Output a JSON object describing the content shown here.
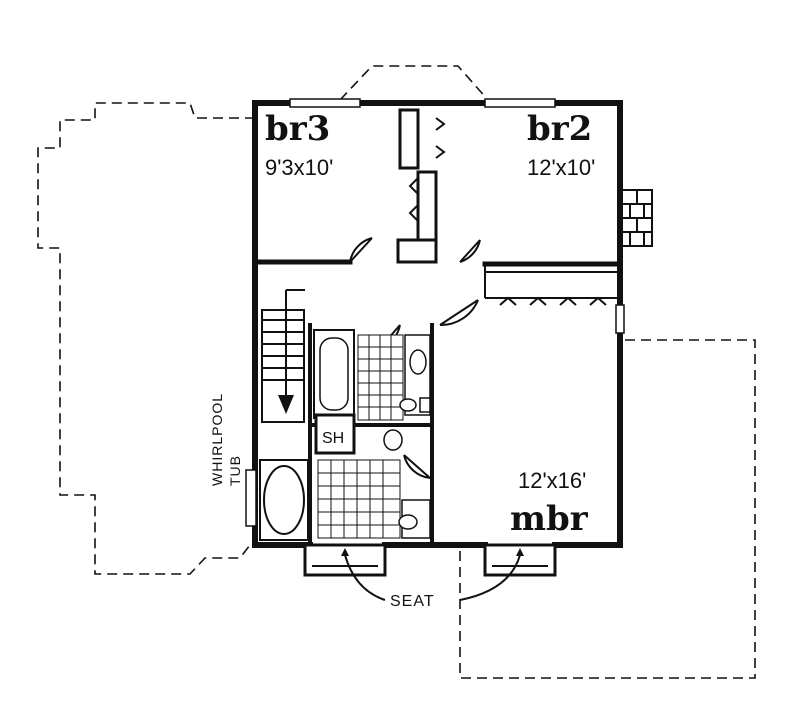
{
  "rooms": {
    "br3": {
      "name": "br3",
      "size": "9'3x10'"
    },
    "br2": {
      "name": "br2",
      "size": "12'x10'"
    },
    "mbr": {
      "name": "mbr",
      "size": "12'x16'"
    }
  },
  "fixtures": {
    "shower": "SH",
    "whirlpool_line1": "WHIRLPOOL",
    "whirlpool_line2": "TUB",
    "seat": "SEAT"
  }
}
